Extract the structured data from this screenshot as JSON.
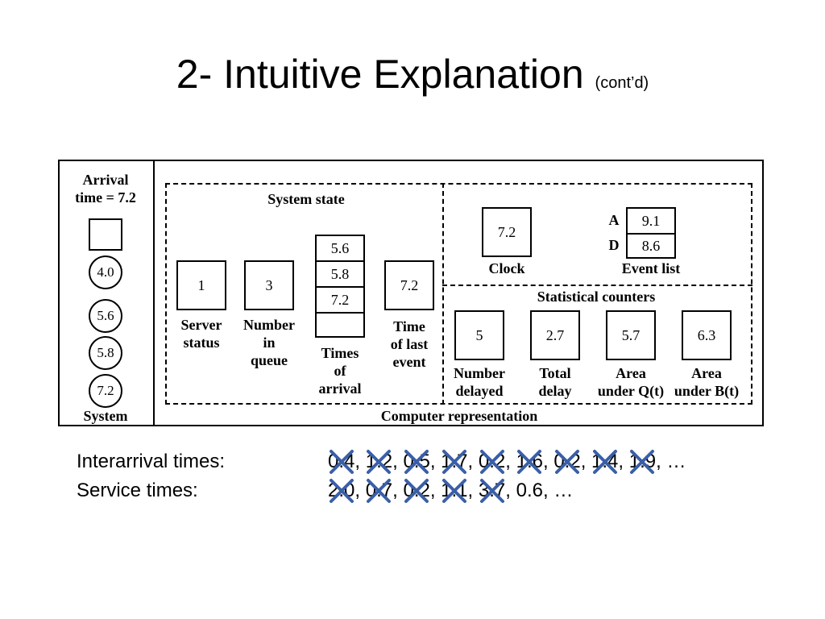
{
  "title": {
    "main": "2- Intuitive Explanation",
    "sub": "(cont’d)"
  },
  "diagram": {
    "arrival_line1": "Arrival",
    "arrival_line2": "time = 7.2",
    "queue_circles": [
      "4.0",
      "5.6",
      "5.8",
      "7.2"
    ],
    "system_label": "System",
    "system_state_label": "System state",
    "server_status": {
      "value": "1",
      "label_1": "Server",
      "label_2": "status"
    },
    "number_in_queue": {
      "value": "3",
      "label_1": "Number",
      "label_2": "in",
      "label_3": "queue"
    },
    "times_of_arrival": {
      "values": [
        "5.6",
        "5.8",
        "7.2",
        ""
      ],
      "label_1": "Times",
      "label_2": "of",
      "label_3": "arrival"
    },
    "time_of_last_event": {
      "value": "7.2",
      "label_1": "Time",
      "label_2": "of last",
      "label_3": "event"
    },
    "clock": {
      "value": "7.2",
      "label": "Clock"
    },
    "event_list": {
      "a_label": "A",
      "a_value": "9.1",
      "d_label": "D",
      "d_value": "8.6",
      "label": "Event list"
    },
    "statistical_counters_label": "Statistical counters",
    "counters": [
      {
        "value": "5",
        "label_1": "Number",
        "label_2": "delayed"
      },
      {
        "value": "2.7",
        "label_1": "Total",
        "label_2": "delay"
      },
      {
        "value": "5.7",
        "label_1": "Area",
        "label_2": "under Q(t)"
      },
      {
        "value": "6.3",
        "label_1": "Area",
        "label_2": "under B(t)"
      }
    ],
    "computer_representation_label": "Computer representation"
  },
  "interarrival": {
    "label": "Interarrival times:",
    "values": [
      "0.4",
      "1.2",
      "0.5",
      "1.7",
      "0.2",
      "1.6",
      "0.2",
      "1.4",
      "1.9",
      "…"
    ],
    "crossed_count": 9
  },
  "service": {
    "label": "Service times:",
    "values": [
      "2.0",
      "0.7",
      "0.2",
      "1.1",
      "3.7",
      "0.6",
      "…"
    ],
    "crossed_count": 5
  },
  "colors": {
    "cross_mark": "#3A5FA8",
    "ink": "#000000",
    "background": "#FFFFFF"
  }
}
